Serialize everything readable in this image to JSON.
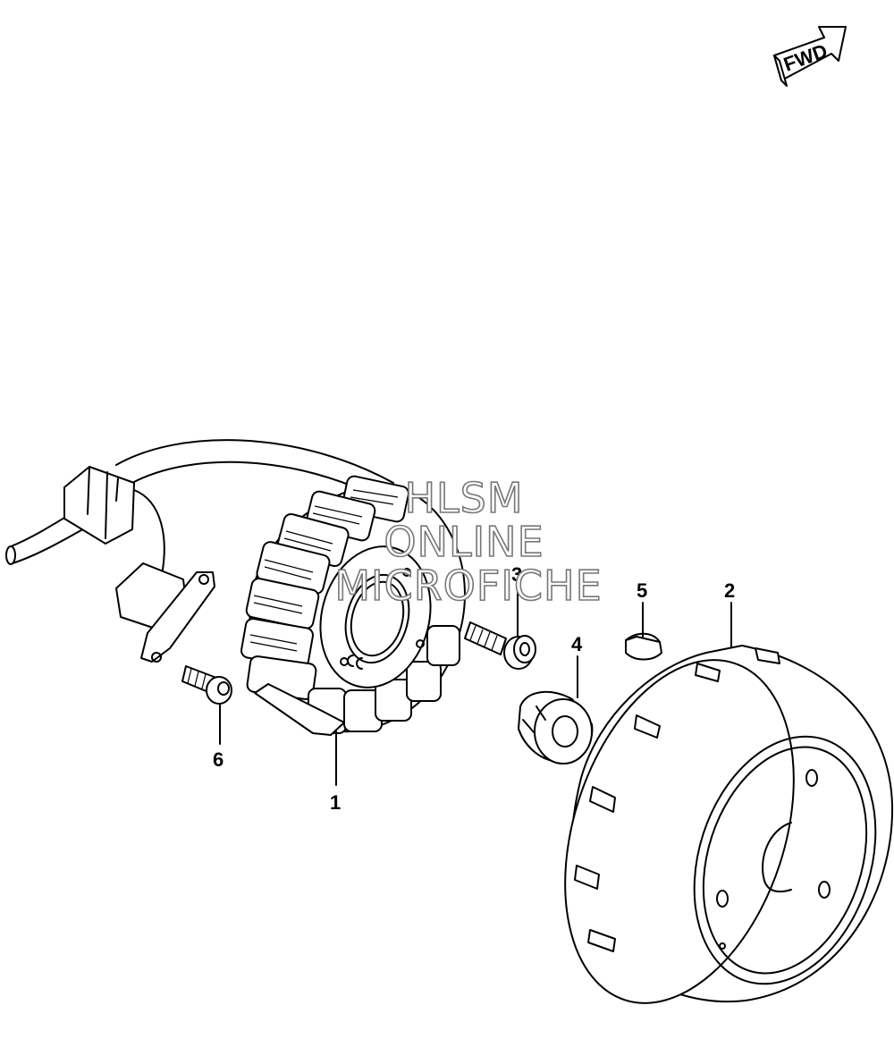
{
  "direction_indicator": "FWD",
  "watermark": [
    "HLSM",
    "ONLINE",
    "MICROFICHE"
  ],
  "callouts": [
    "1",
    "2",
    "3",
    "4",
    "5",
    "6"
  ]
}
